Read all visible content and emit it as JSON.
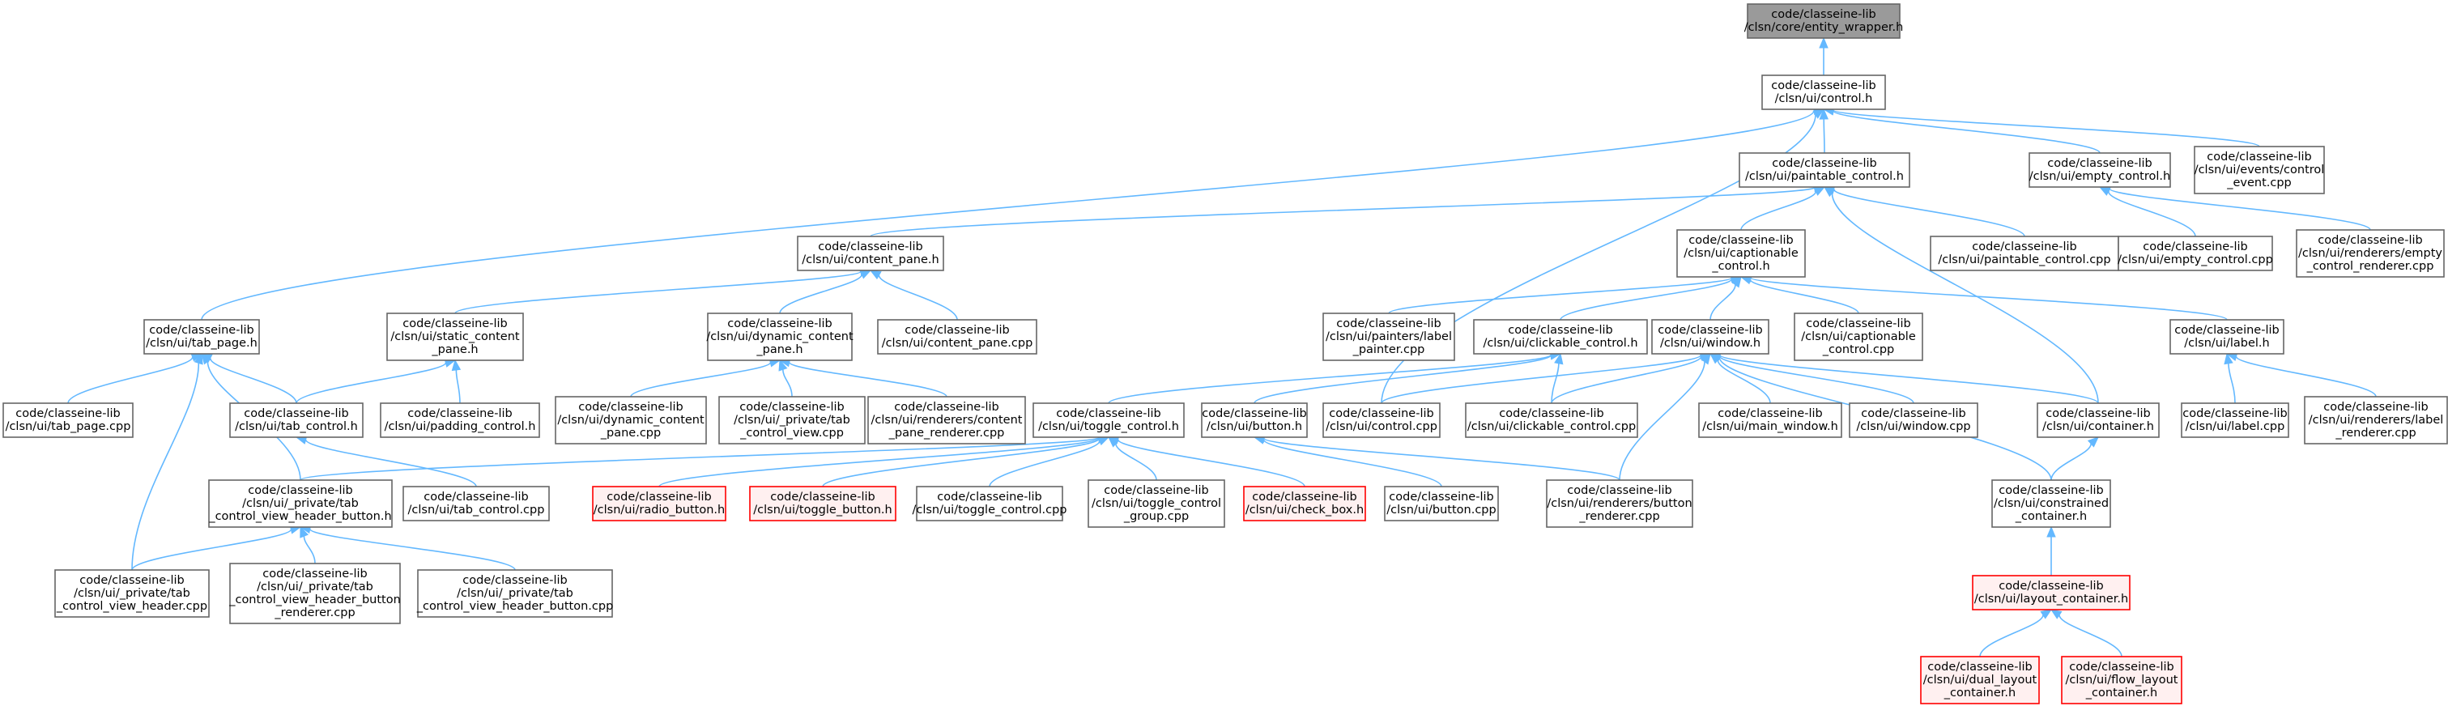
{
  "diagram": {
    "edge_color": "#63b8ff",
    "nodes": [
      {
        "id": "entity_wrapper",
        "lines": [
          "code/classeine-lib",
          "/clsn/core/entity_wrapper.h"
        ],
        "style": "root"
      },
      {
        "id": "control_h",
        "lines": [
          "code/classeine-lib",
          "/clsn/ui/control.h"
        ],
        "style": "normal"
      },
      {
        "id": "paintable_control_h",
        "lines": [
          "code/classeine-lib",
          "/clsn/ui/paintable_control.h"
        ],
        "style": "normal"
      },
      {
        "id": "empty_control_h",
        "lines": [
          "code/classeine-lib",
          "/clsn/ui/empty_control.h"
        ],
        "style": "normal"
      },
      {
        "id": "control_event_cpp",
        "lines": [
          "code/classeine-lib",
          "/clsn/ui/events/control",
          "_event.cpp"
        ],
        "style": "normal"
      },
      {
        "id": "content_pane_h",
        "lines": [
          "code/classeine-lib",
          "/clsn/ui/content_pane.h"
        ],
        "style": "normal"
      },
      {
        "id": "captionable_control_h",
        "lines": [
          "code/classeine-lib",
          "/clsn/ui/captionable",
          "_control.h"
        ],
        "style": "normal"
      },
      {
        "id": "paintable_control_cpp",
        "lines": [
          "code/classeine-lib",
          "/clsn/ui/paintable_control.cpp"
        ],
        "style": "normal"
      },
      {
        "id": "empty_control_cpp",
        "lines": [
          "code/classeine-lib",
          "/clsn/ui/empty_control.cpp"
        ],
        "style": "normal"
      },
      {
        "id": "empty_control_renderer_cpp",
        "lines": [
          "code/classeine-lib",
          "/clsn/ui/renderers/empty",
          "_control_renderer.cpp"
        ],
        "style": "normal"
      },
      {
        "id": "tab_page_h",
        "lines": [
          "code/classeine-lib",
          "/clsn/ui/tab_page.h"
        ],
        "style": "normal"
      },
      {
        "id": "static_content_pane_h",
        "lines": [
          "code/classeine-lib",
          "/clsn/ui/static_content",
          "_pane.h"
        ],
        "style": "normal"
      },
      {
        "id": "dynamic_content_pane_h",
        "lines": [
          "code/classeine-lib",
          "/clsn/ui/dynamic_content",
          "_pane.h"
        ],
        "style": "normal"
      },
      {
        "id": "content_pane_cpp",
        "lines": [
          "code/classeine-lib",
          "/clsn/ui/content_pane.cpp"
        ],
        "style": "normal"
      },
      {
        "id": "label_painter_cpp",
        "lines": [
          "code/classeine-lib",
          "/clsn/ui/painters/label",
          "_painter.cpp"
        ],
        "style": "normal"
      },
      {
        "id": "clickable_control_h",
        "lines": [
          "code/classeine-lib",
          "/clsn/ui/clickable_control.h"
        ],
        "style": "normal"
      },
      {
        "id": "window_h",
        "lines": [
          "code/classeine-lib",
          "/clsn/ui/window.h"
        ],
        "style": "normal"
      },
      {
        "id": "captionable_control_cpp",
        "lines": [
          "code/classeine-lib",
          "/clsn/ui/captionable",
          "_control.cpp"
        ],
        "style": "normal"
      },
      {
        "id": "label_h",
        "lines": [
          "code/classeine-lib",
          "/clsn/ui/label.h"
        ],
        "style": "normal"
      },
      {
        "id": "tab_page_cpp",
        "lines": [
          "code/classeine-lib",
          "/clsn/ui/tab_page.cpp"
        ],
        "style": "normal"
      },
      {
        "id": "tab_control_h",
        "lines": [
          "code/classeine-lib",
          "/clsn/ui/tab_control.h"
        ],
        "style": "normal"
      },
      {
        "id": "padding_control_h",
        "lines": [
          "code/classeine-lib",
          "/clsn/ui/padding_control.h"
        ],
        "style": "normal"
      },
      {
        "id": "dynamic_content_pane_cpp",
        "lines": [
          "code/classeine-lib",
          "/clsn/ui/dynamic_content",
          "_pane.cpp"
        ],
        "style": "normal"
      },
      {
        "id": "tab_control_view_cpp",
        "lines": [
          "code/classeine-lib",
          "/clsn/ui/_private/tab",
          "_control_view.cpp"
        ],
        "style": "normal"
      },
      {
        "id": "content_pane_renderer_cpp",
        "lines": [
          "code/classeine-lib",
          "/clsn/ui/renderers/content",
          "_pane_renderer.cpp"
        ],
        "style": "normal"
      },
      {
        "id": "toggle_control_h",
        "lines": [
          "code/classeine-lib",
          "/clsn/ui/toggle_control.h"
        ],
        "style": "normal"
      },
      {
        "id": "button_h",
        "lines": [
          "code/classeine-lib",
          "/clsn/ui/button.h"
        ],
        "style": "normal"
      },
      {
        "id": "control_cpp",
        "lines": [
          "code/classeine-lib",
          "/clsn/ui/control.cpp"
        ],
        "style": "normal"
      },
      {
        "id": "clickable_control_cpp",
        "lines": [
          "code/classeine-lib",
          "/clsn/ui/clickable_control.cpp"
        ],
        "style": "normal"
      },
      {
        "id": "main_window_h",
        "lines": [
          "code/classeine-lib",
          "/clsn/ui/main_window.h"
        ],
        "style": "normal"
      },
      {
        "id": "window_cpp",
        "lines": [
          "code/classeine-lib",
          "/clsn/ui/window.cpp"
        ],
        "style": "normal"
      },
      {
        "id": "container_h",
        "lines": [
          "code/classeine-lib",
          "/clsn/ui/container.h"
        ],
        "style": "normal"
      },
      {
        "id": "label_cpp",
        "lines": [
          "code/classeine-lib",
          "/clsn/ui/label.cpp"
        ],
        "style": "normal"
      },
      {
        "id": "label_renderer_cpp",
        "lines": [
          "code/classeine-lib",
          "/clsn/ui/renderers/label",
          "_renderer.cpp"
        ],
        "style": "normal"
      },
      {
        "id": "tcv_header_button_h",
        "lines": [
          "code/classeine-lib",
          "/clsn/ui/_private/tab",
          "_control_view_header_button.h"
        ],
        "style": "normal"
      },
      {
        "id": "tab_control_cpp",
        "lines": [
          "code/classeine-lib",
          "/clsn/ui/tab_control.cpp"
        ],
        "style": "normal"
      },
      {
        "id": "radio_button_h",
        "lines": [
          "code/classeine-lib",
          "/clsn/ui/radio_button.h"
        ],
        "style": "red"
      },
      {
        "id": "toggle_button_h",
        "lines": [
          "code/classeine-lib",
          "/clsn/ui/toggle_button.h"
        ],
        "style": "red"
      },
      {
        "id": "toggle_control_cpp",
        "lines": [
          "code/classeine-lib",
          "/clsn/ui/toggle_control.cpp"
        ],
        "style": "normal"
      },
      {
        "id": "toggle_control_group_cpp",
        "lines": [
          "code/classeine-lib",
          "/clsn/ui/toggle_control",
          "_group.cpp"
        ],
        "style": "normal"
      },
      {
        "id": "check_box_h",
        "lines": [
          "code/classeine-lib",
          "/clsn/ui/check_box.h"
        ],
        "style": "red"
      },
      {
        "id": "button_cpp",
        "lines": [
          "code/classeine-lib",
          "/clsn/ui/button.cpp"
        ],
        "style": "normal"
      },
      {
        "id": "button_renderer_cpp",
        "lines": [
          "code/classeine-lib",
          "/clsn/ui/renderers/button",
          "_renderer.cpp"
        ],
        "style": "normal"
      },
      {
        "id": "constrained_container_h",
        "lines": [
          "code/classeine-lib",
          "/clsn/ui/constrained",
          "_container.h"
        ],
        "style": "normal"
      },
      {
        "id": "tcv_header_cpp",
        "lines": [
          "code/classeine-lib",
          "/clsn/ui/_private/tab",
          "_control_view_header.cpp"
        ],
        "style": "normal"
      },
      {
        "id": "tcv_header_button_renderer_cpp",
        "lines": [
          "code/classeine-lib",
          "/clsn/ui/_private/tab",
          "_control_view_header_button",
          "_renderer.cpp"
        ],
        "style": "normal"
      },
      {
        "id": "tcv_header_button_cpp",
        "lines": [
          "code/classeine-lib",
          "/clsn/ui/_private/tab",
          "_control_view_header_button.cpp"
        ],
        "style": "normal"
      },
      {
        "id": "layout_container_h",
        "lines": [
          "code/classeine-lib",
          "/clsn/ui/layout_container.h"
        ],
        "style": "red"
      },
      {
        "id": "dual_layout_container_h",
        "lines": [
          "code/classeine-lib",
          "/clsn/ui/dual_layout",
          "_container.h"
        ],
        "style": "red"
      },
      {
        "id": "flow_layout_container_h",
        "lines": [
          "code/classeine-lib",
          "/clsn/ui/flow_layout",
          "_container.h"
        ],
        "style": "red"
      }
    ],
    "edges": [
      {
        "from": "control_h",
        "to": "entity_wrapper"
      },
      {
        "from": "paintable_control_h",
        "to": "control_h"
      },
      {
        "from": "empty_control_h",
        "to": "control_h"
      },
      {
        "from": "control_event_cpp",
        "to": "control_h"
      },
      {
        "from": "tab_page_h",
        "to": "control_h"
      },
      {
        "from": "control_cpp",
        "to": "control_h"
      },
      {
        "from": "content_pane_h",
        "to": "paintable_control_h"
      },
      {
        "from": "captionable_control_h",
        "to": "paintable_control_h"
      },
      {
        "from": "paintable_control_cpp",
        "to": "paintable_control_h"
      },
      {
        "from": "container_h",
        "to": "paintable_control_h"
      },
      {
        "from": "empty_control_cpp",
        "to": "empty_control_h"
      },
      {
        "from": "empty_control_renderer_cpp",
        "to": "empty_control_h"
      },
      {
        "from": "static_content_pane_h",
        "to": "content_pane_h"
      },
      {
        "from": "dynamic_content_pane_h",
        "to": "content_pane_h"
      },
      {
        "from": "content_pane_cpp",
        "to": "content_pane_h"
      },
      {
        "from": "label_painter_cpp",
        "to": "captionable_control_h"
      },
      {
        "from": "clickable_control_h",
        "to": "captionable_control_h"
      },
      {
        "from": "window_h",
        "to": "captionable_control_h"
      },
      {
        "from": "captionable_control_cpp",
        "to": "captionable_control_h"
      },
      {
        "from": "label_h",
        "to": "captionable_control_h"
      },
      {
        "from": "tab_page_cpp",
        "to": "tab_page_h"
      },
      {
        "from": "tab_control_h",
        "to": "tab_page_h"
      },
      {
        "from": "tcv_header_button_h",
        "to": "tab_page_h"
      },
      {
        "from": "tcv_header_cpp",
        "to": "tab_page_h"
      },
      {
        "from": "tab_control_h",
        "to": "static_content_pane_h"
      },
      {
        "from": "padding_control_h",
        "to": "static_content_pane_h"
      },
      {
        "from": "dynamic_content_pane_cpp",
        "to": "dynamic_content_pane_h"
      },
      {
        "from": "tab_control_view_cpp",
        "to": "dynamic_content_pane_h"
      },
      {
        "from": "content_pane_renderer_cpp",
        "to": "dynamic_content_pane_h"
      },
      {
        "from": "toggle_control_h",
        "to": "clickable_control_h"
      },
      {
        "from": "button_h",
        "to": "clickable_control_h"
      },
      {
        "from": "clickable_control_cpp",
        "to": "clickable_control_h"
      },
      {
        "from": "control_cpp",
        "to": "window_h"
      },
      {
        "from": "clickable_control_cpp",
        "to": "window_h"
      },
      {
        "from": "main_window_h",
        "to": "window_h"
      },
      {
        "from": "window_cpp",
        "to": "window_h"
      },
      {
        "from": "container_h",
        "to": "window_h"
      },
      {
        "from": "button_renderer_cpp",
        "to": "window_h"
      },
      {
        "from": "constrained_container_h",
        "to": "window_h"
      },
      {
        "from": "label_cpp",
        "to": "label_h"
      },
      {
        "from": "label_renderer_cpp",
        "to": "label_h"
      },
      {
        "from": "tab_control_cpp",
        "to": "tab_control_h"
      },
      {
        "from": "tcv_header_button_h",
        "to": "toggle_control_h"
      },
      {
        "from": "radio_button_h",
        "to": "toggle_control_h"
      },
      {
        "from": "toggle_button_h",
        "to": "toggle_control_h"
      },
      {
        "from": "toggle_control_cpp",
        "to": "toggle_control_h"
      },
      {
        "from": "toggle_control_group_cpp",
        "to": "toggle_control_h"
      },
      {
        "from": "check_box_h",
        "to": "toggle_control_h"
      },
      {
        "from": "button_cpp",
        "to": "button_h"
      },
      {
        "from": "button_renderer_cpp",
        "to": "button_h"
      },
      {
        "from": "constrained_container_h",
        "to": "container_h"
      },
      {
        "from": "tcv_header_cpp",
        "to": "tcv_header_button_h"
      },
      {
        "from": "tcv_header_button_renderer_cpp",
        "to": "tcv_header_button_h"
      },
      {
        "from": "tcv_header_button_cpp",
        "to": "tcv_header_button_h"
      },
      {
        "from": "layout_container_h",
        "to": "constrained_container_h"
      },
      {
        "from": "dual_layout_container_h",
        "to": "layout_container_h"
      },
      {
        "from": "flow_layout_container_h",
        "to": "layout_container_h"
      }
    ]
  }
}
